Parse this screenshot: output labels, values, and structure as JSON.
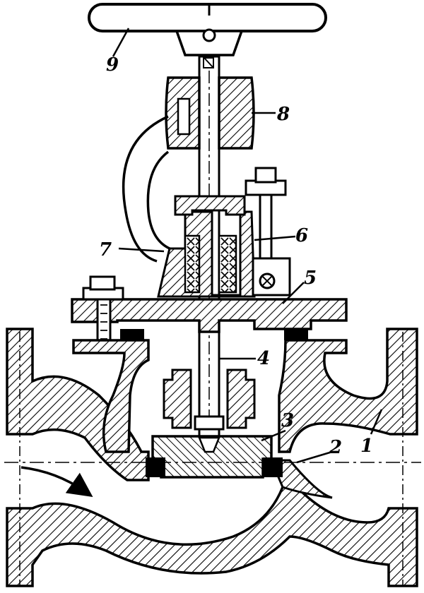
{
  "figure": {
    "type": "cross-section drawing of a globe valve",
    "colors": {
      "ink": "#000000",
      "paper": "#ffffff"
    },
    "callouts": [
      {
        "id": "1",
        "label": "1"
      },
      {
        "id": "2",
        "label": "2"
      },
      {
        "id": "3",
        "label": "3"
      },
      {
        "id": "4",
        "label": "4"
      },
      {
        "id": "5",
        "label": "5"
      },
      {
        "id": "6",
        "label": "6"
      },
      {
        "id": "7",
        "label": "7"
      },
      {
        "id": "8",
        "label": "8"
      },
      {
        "id": "9",
        "label": "9"
      }
    ]
  }
}
